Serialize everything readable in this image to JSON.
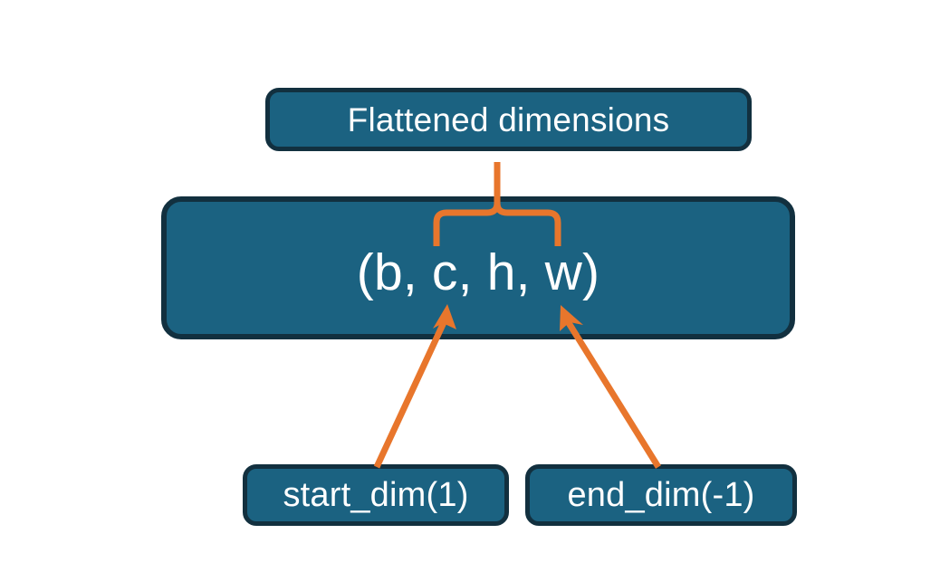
{
  "diagram": {
    "title_node": {
      "label": "Flattened dimensions"
    },
    "shape_node": {
      "label": "(b, c, h, w)"
    },
    "start_dim_node": {
      "label": "start_dim(1)"
    },
    "end_dim_node": {
      "label": "end_dim(-1)"
    },
    "connectors": {
      "brace_name": "curly-brace-up",
      "left_arrow_name": "arrow-start-dim-to-c",
      "right_arrow_name": "arrow-end-dim-to-w"
    },
    "colors": {
      "node_fill": "#1b6281",
      "node_border": "#12303f",
      "node_text": "#ffffff",
      "accent_orange": "#e8762c",
      "background": "#ffffff"
    }
  }
}
